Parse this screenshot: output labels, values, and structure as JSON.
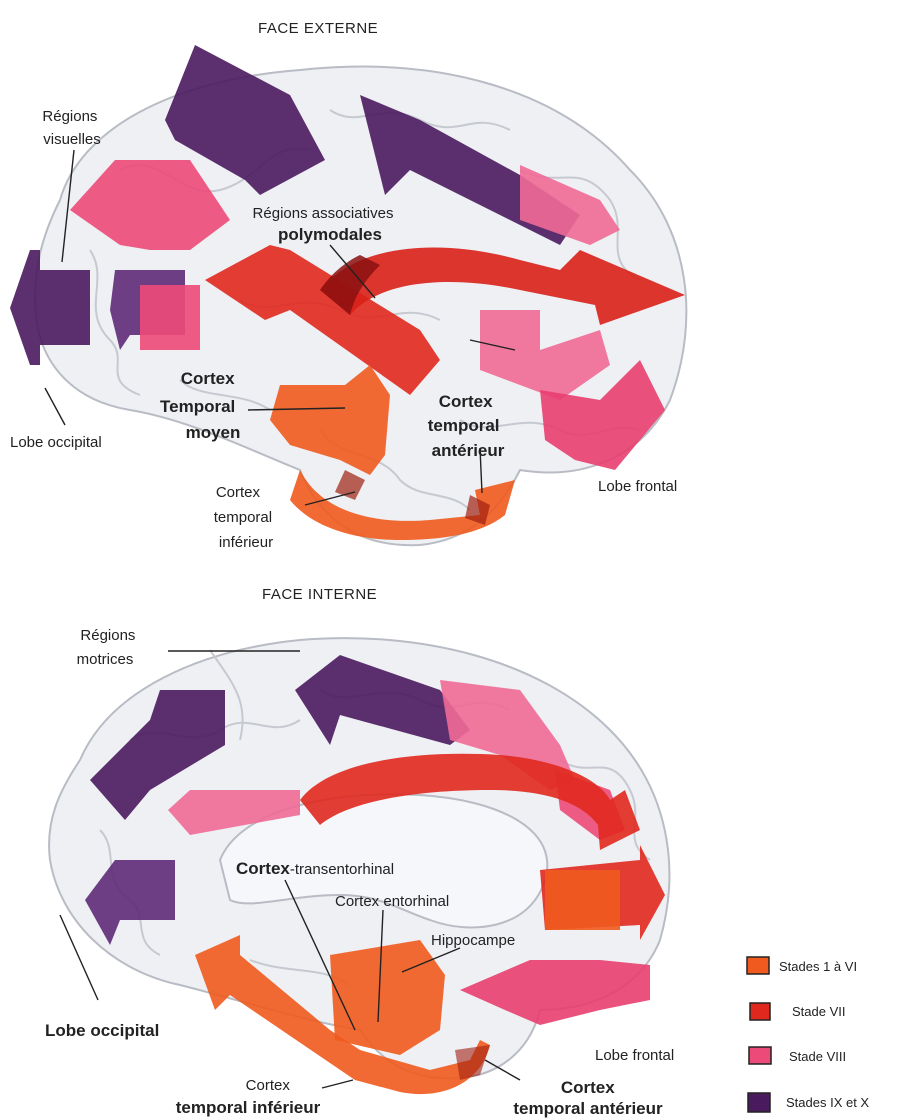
{
  "colors": {
    "stage_1_6": "#f05a1e",
    "stage_7": "#e0281e",
    "stage_8": "#ec4a78",
    "stage_9_10": "#4a1a5e",
    "brain_fill": "#eef0f4",
    "brain_outline": "#b9bcc4"
  },
  "face_externe": {
    "title": "FACE EXTERNE",
    "labels": {
      "regions_visuelles_1": "Régions",
      "regions_visuelles_2": "visuelles",
      "regions_assoc_1": "Régions associatives",
      "regions_assoc_2": "polymodales",
      "lobe_occipital": "Lobe occipital",
      "ctx_temp_moyen_1": "Cortex",
      "ctx_temp_moyen_2": "Temporal",
      "ctx_temp_moyen_3": "moyen",
      "ctx_temp_ant_1": "Cortex",
      "ctx_temp_ant_2": "temporal",
      "ctx_temp_ant_3": "antérieur",
      "ctx_temp_inf_1": "Cortex",
      "ctx_temp_inf_2": "temporal",
      "ctx_temp_inf_3": "inférieur",
      "lobe_frontal": "Lobe frontal"
    }
  },
  "face_interne": {
    "title": "FACE INTERNE",
    "labels": {
      "regions_motrices_1": "Régions",
      "regions_motrices_2": "motrices",
      "cortex_transentorhinal_a": "Cortex",
      "cortex_transentorhinal_b": "-transentorhinal",
      "cortex_entorhinal": "Cortex  entorhinal",
      "hippocampe": "Hippocampe",
      "lobe_occipital": "Lobe  occipital",
      "lobe_frontal": "Lobe frontal",
      "ctx_temp_inf_1": "Cortex",
      "ctx_temp_inf_2": "temporal   inférieur",
      "ctx_temp_ant_1": "Cortex",
      "ctx_temp_ant_2": "temporal antérieur"
    }
  },
  "legend": [
    {
      "label": "Stades 1 à VI",
      "color_key": "stage_1_6"
    },
    {
      "label": "Stade VII",
      "color_key": "stage_7"
    },
    {
      "label": "Stade VIII",
      "color_key": "stage_8"
    },
    {
      "label": "Stades IX et X",
      "color_key": "stage_9_10"
    }
  ]
}
